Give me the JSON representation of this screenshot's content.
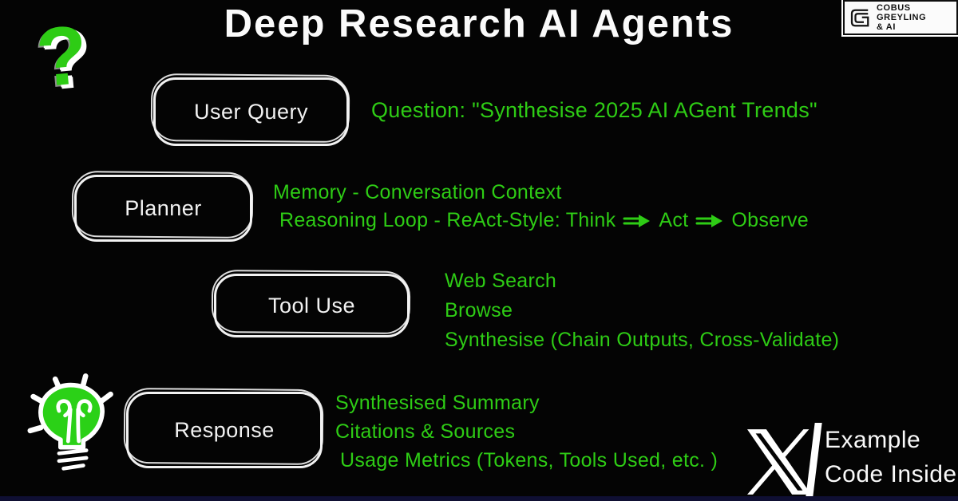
{
  "title": "Deep Research AI Agents",
  "brand_badge": {
    "line1": "COBUS GREYLING",
    "line2": "& AI"
  },
  "decor": {
    "question_mark_glyph": "?"
  },
  "steps": {
    "user_query": {
      "label": "User Query",
      "annotation": "Question: \"Synthesise 2025 AI AGent Trends\""
    },
    "planner": {
      "label": "Planner",
      "line1": "Memory - Conversation Context",
      "line2_prefix": "Reasoning Loop - ReAct-Style: Think",
      "line2_mid": "Act",
      "line2_suffix": "Observe"
    },
    "tool_use": {
      "label": "Tool Use",
      "lines": [
        "Web Search",
        "Browse",
        "Synthesise (Chain Outputs, Cross-Validate)"
      ]
    },
    "response": {
      "label": "Response",
      "lines": [
        "Synthesised Summary",
        "Citations & Sources",
        "Usage Metrics (Tokens, Tools Used, etc. )"
      ]
    }
  },
  "footer": {
    "line1": "Example",
    "line2": "Code Inside"
  },
  "colors": {
    "accent_green": "#2ECC15",
    "text_white": "#F5F5F5",
    "background": "#040404",
    "badge_bg": "#FFFFFF",
    "badge_text": "#111111",
    "bottom_strip": "#0F0F33"
  }
}
